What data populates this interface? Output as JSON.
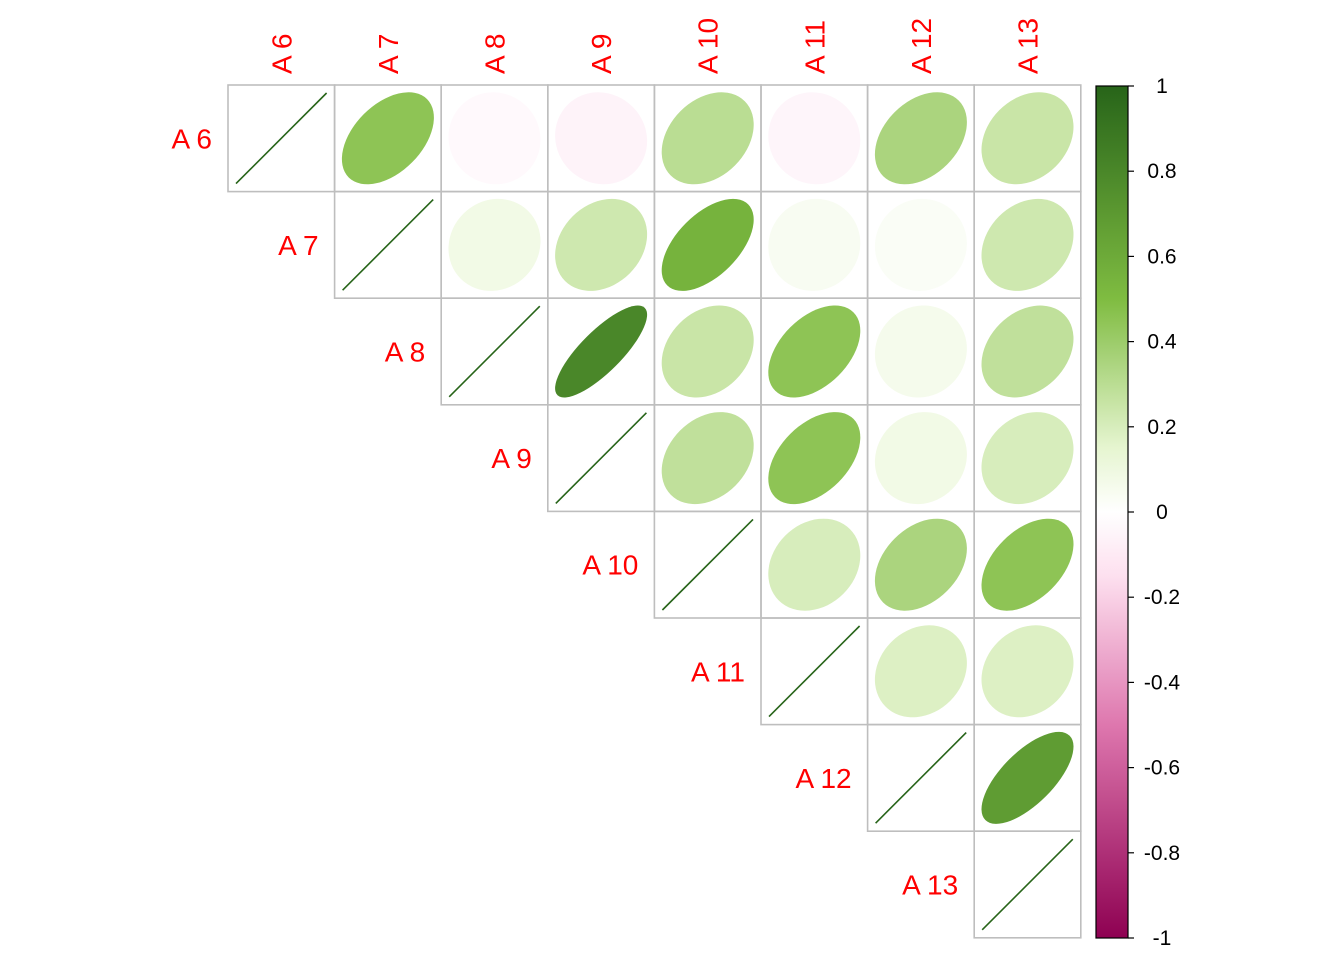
{
  "chart_data": {
    "type": "heatmap",
    "variables": [
      "A 6",
      "A 7",
      "A 8",
      "A 9",
      "A 10",
      "A 11",
      "A 12",
      "A 13"
    ],
    "layout": "upper-triangle",
    "glyph": "ellipse",
    "matrix": [
      [
        1.0,
        0.45,
        -0.03,
        -0.06,
        0.3,
        -0.05,
        0.35,
        0.25
      ],
      [
        0.45,
        1.0,
        0.08,
        0.23,
        0.55,
        0.04,
        0.03,
        0.23
      ],
      [
        -0.03,
        0.08,
        1.0,
        0.8,
        0.25,
        0.45,
        0.06,
        0.28
      ],
      [
        -0.06,
        0.23,
        0.8,
        1.0,
        0.28,
        0.45,
        0.08,
        0.2
      ],
      [
        0.3,
        0.55,
        0.25,
        0.28,
        1.0,
        0.2,
        0.35,
        0.45
      ],
      [
        -0.05,
        0.04,
        0.45,
        0.45,
        0.2,
        1.0,
        0.18,
        0.18
      ],
      [
        0.35,
        0.03,
        0.06,
        0.08,
        0.35,
        0.18,
        1.0,
        0.68
      ],
      [
        0.25,
        0.23,
        0.28,
        0.2,
        0.45,
        0.18,
        0.68,
        1.0
      ]
    ],
    "colorbar": {
      "ticks": [
        "1",
        "0.8",
        "0.6",
        "0.4",
        "0.2",
        "0",
        "-0.2",
        "-0.4",
        "-0.6",
        "-0.8",
        "-1"
      ],
      "range": [
        -1,
        1
      ],
      "colors": {
        "negative_end": "#8e0152",
        "neg_mid": "#de77ae",
        "neg_light": "#fde0ef",
        "zero": "#ffffff",
        "pos_light": "#e6f5d0",
        "pos_mid": "#7fbc41",
        "positive_end": "#276419"
      }
    },
    "label_color": "#ff0000",
    "grid_color": "#bebebe"
  }
}
